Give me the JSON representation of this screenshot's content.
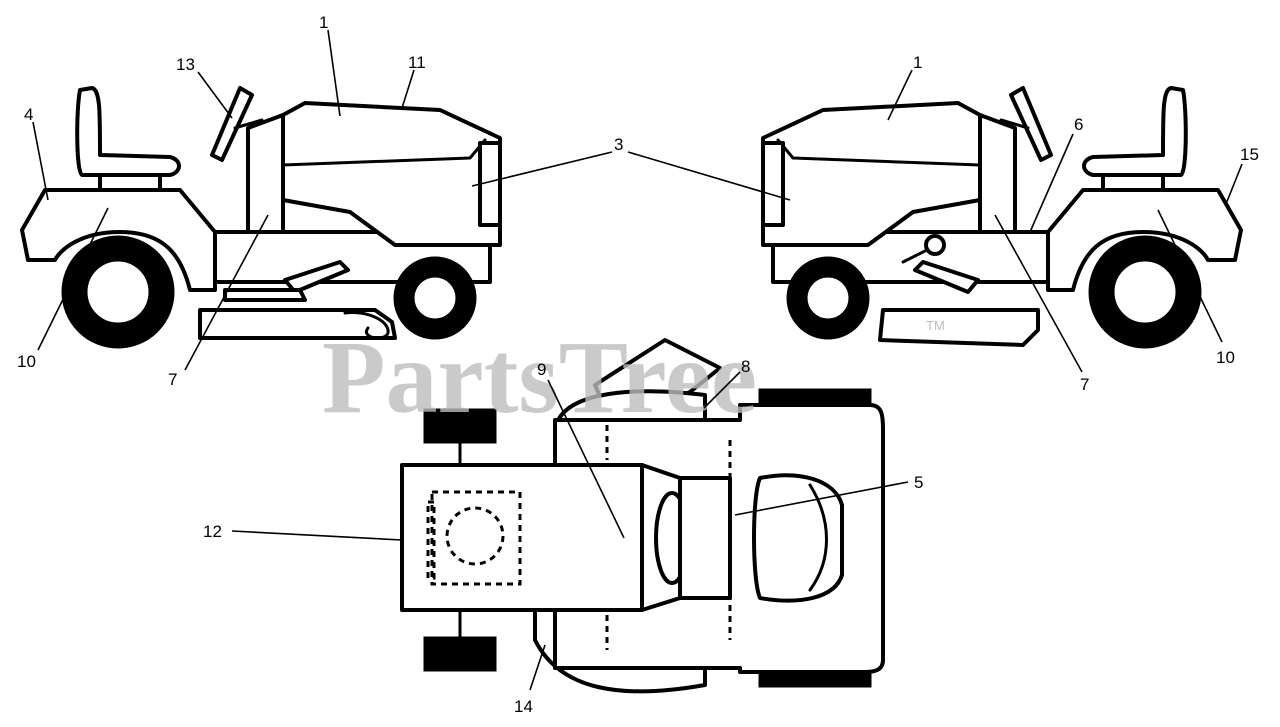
{
  "watermark": {
    "text": "PartsTree",
    "mark": "TM"
  },
  "callouts": [
    {
      "id": "c1a",
      "label": "1"
    },
    {
      "id": "c11",
      "label": "11"
    },
    {
      "id": "c13",
      "label": "13"
    },
    {
      "id": "c4",
      "label": "4"
    },
    {
      "id": "c10a",
      "label": "10"
    },
    {
      "id": "c7a",
      "label": "7"
    },
    {
      "id": "c3",
      "label": "3"
    },
    {
      "id": "c1b",
      "label": "1"
    },
    {
      "id": "c6",
      "label": "6"
    },
    {
      "id": "c15",
      "label": "15"
    },
    {
      "id": "c7b",
      "label": "7"
    },
    {
      "id": "c10b",
      "label": "10"
    },
    {
      "id": "c9",
      "label": "9"
    },
    {
      "id": "c8",
      "label": "8"
    },
    {
      "id": "c5",
      "label": "5"
    },
    {
      "id": "c12",
      "label": "12"
    },
    {
      "id": "c14",
      "label": "14"
    }
  ]
}
